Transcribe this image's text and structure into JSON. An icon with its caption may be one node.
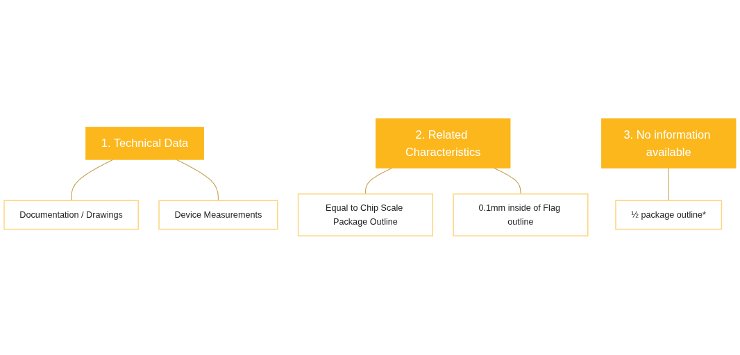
{
  "diagram": {
    "nodes": [
      {
        "text": [
          "1. Technical Data"
        ]
      },
      {
        "text": [
          "Documentation / Drawings"
        ]
      },
      {
        "text": [
          "Device Measurements"
        ]
      },
      {
        "text": [
          "2. Related Characteristics"
        ]
      },
      {
        "text": [
          "Equal to Chip Scale Package Outline"
        ]
      },
      {
        "text": [
          "0.1mm inside of Flag outline"
        ]
      },
      {
        "text": [
          "3. No information available"
        ]
      },
      {
        "text": [
          "½ package outline*"
        ]
      }
    ],
    "edges": [
      {
        "from": 0,
        "to": 1,
        "arrow": "none"
      },
      {
        "from": 0,
        "to": 2,
        "arrow": "none"
      },
      {
        "from": 3,
        "to": 4,
        "arrow": "none"
      },
      {
        "from": 3,
        "to": 5,
        "arrow": "none"
      },
      {
        "from": 6,
        "to": 7,
        "arrow": "none"
      }
    ]
  }
}
